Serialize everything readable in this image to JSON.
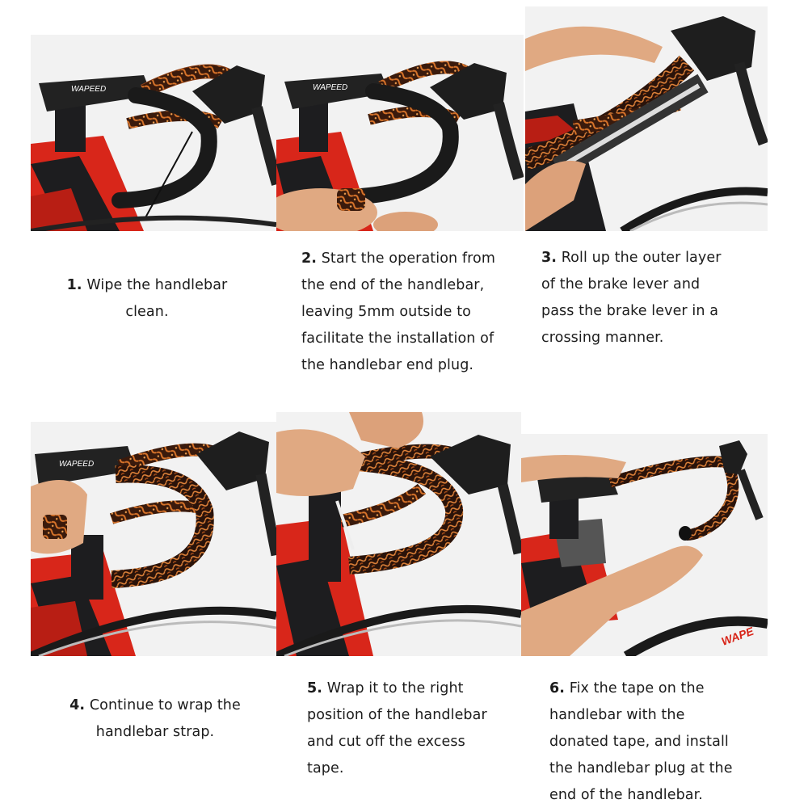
{
  "title": "Handlebar tape installation steps",
  "colors": {
    "background": "#ffffff",
    "frame_red": "#d8261a",
    "frame_black": "#1d1d1f",
    "tape_brown": "#8a3d14",
    "tape_orange": "#e07a2c",
    "wall": "#f0f0f0",
    "skin": "#e0a982"
  },
  "steps": [
    {
      "number": "1.",
      "lines": [
        "Wipe the handlebar",
        "clean."
      ],
      "text": "Wipe the handlebar clean.",
      "photo_alt": "Bare black drop handlebar with brake lever"
    },
    {
      "number": "2.",
      "lines": [
        "Start the operation from",
        "the end of the handlebar,",
        "leaving 5mm outside to",
        "facilitate the installation of",
        "the handlebar end plug."
      ],
      "text": "Start the operation from the end of the handlebar, leaving 5mm outside to facilitate the installation of the handlebar end plug.",
      "photo_alt": "Hands starting tape wrap at bar end"
    },
    {
      "number": "3.",
      "lines": [
        "Roll up the outer layer",
        "of the brake lever and",
        "pass the brake lever in a",
        "crossing manner."
      ],
      "text": "Roll up the outer layer of the brake lever and pass the brake lever in a crossing manner.",
      "photo_alt": "Hands wrapping tape around brake lever hood"
    },
    {
      "number": "4.",
      "lines": [
        "Continue to wrap the",
        "handlebar strap."
      ],
      "text": "Continue to wrap the handlebar strap.",
      "photo_alt": "Hand continuing to wrap tape toward stem"
    },
    {
      "number": "5.",
      "lines": [
        "Wrap it to the right",
        "position of the handlebar",
        "and cut off the excess",
        "tape."
      ],
      "text": "Wrap it to the right position of the handlebar and cut off the excess tape.",
      "photo_alt": "Hands cutting excess tape near stem"
    },
    {
      "number": "6.",
      "lines": [
        "Fix the tape on the",
        "handlebar with the",
        "donated tape, and install",
        "the handlebar plug at the",
        "end of the handlebar."
      ],
      "text": "Fix the tape on the handlebar with the donated tape, and install the handlebar plug at the end of the handlebar.",
      "photo_alt": "Hand pressing end plug into wrapped handlebar"
    }
  ]
}
